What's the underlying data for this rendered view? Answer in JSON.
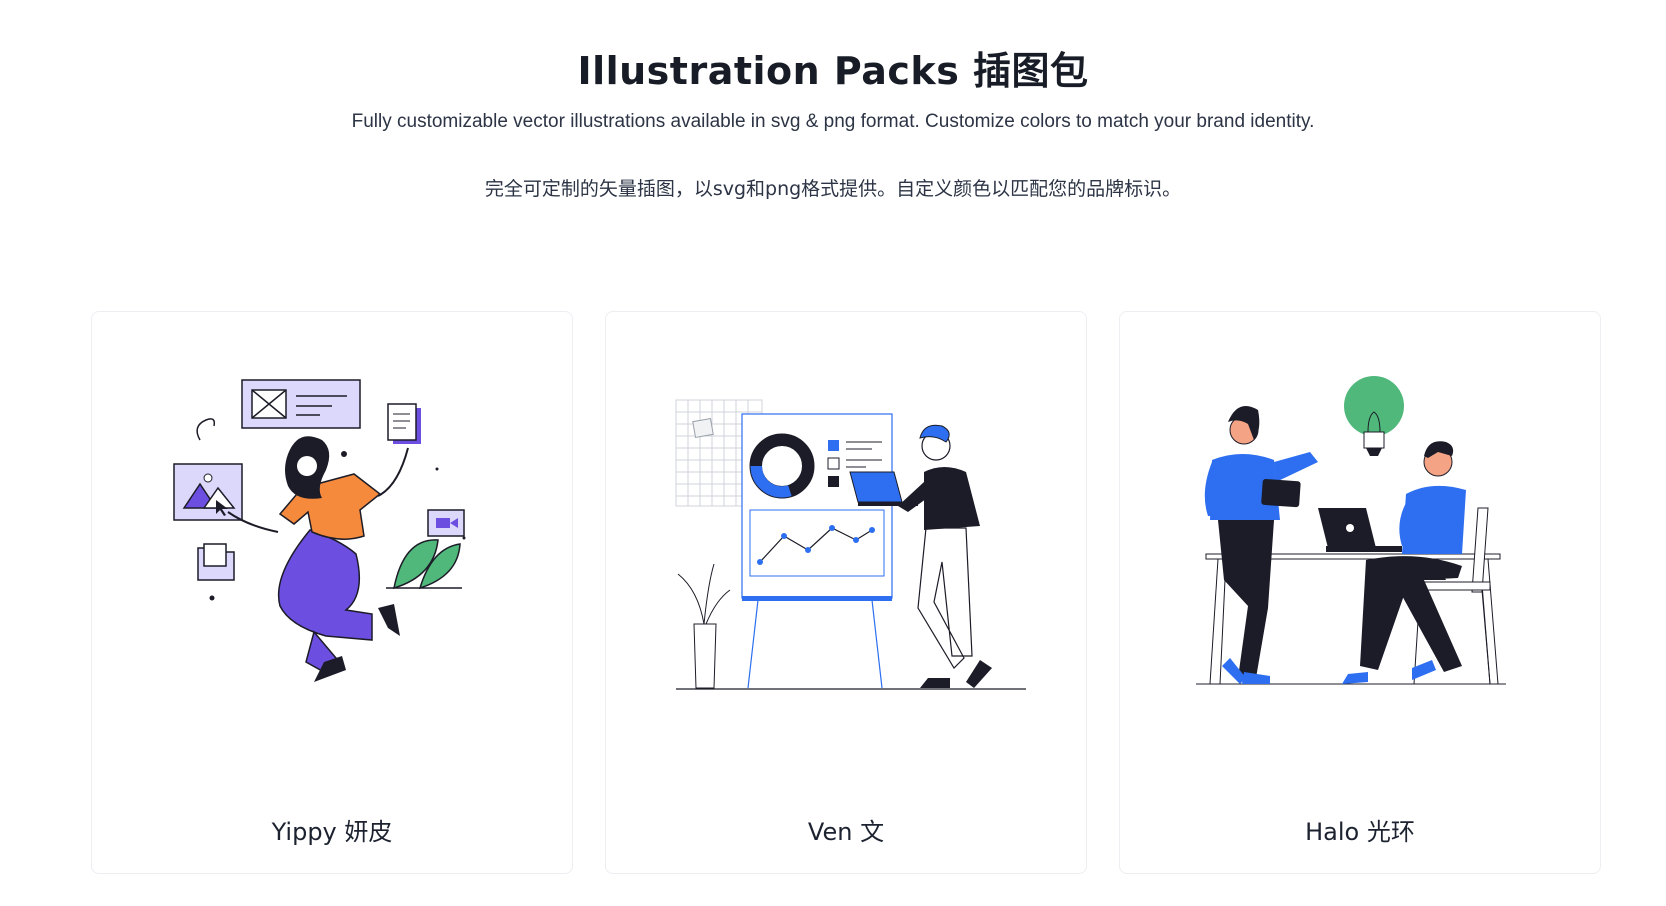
{
  "header": {
    "title": "Illustration Packs 插图包",
    "description_en": "Fully customizable vector illustrations available in svg & png format. Customize colors to match your brand identity.",
    "description_zh": "完全可定制的矢量插图，以svg和png格式提供。自定义颜色以匹配您的品牌标识。"
  },
  "packs": [
    {
      "label": "Yippy 妍皮",
      "accent": "#6c4fe0",
      "illustration": "woman-floating-with-ui-cards"
    },
    {
      "label": "Ven 文",
      "accent": "#2d6ff0",
      "illustration": "man-presenting-dashboard-board"
    },
    {
      "label": "Halo 光环",
      "accent": "#2d6ff0",
      "illustration": "two-people-with-lightbulb-idea"
    }
  ],
  "colors": {
    "purple": "#6c4fe0",
    "orange": "#f58a3c",
    "green": "#4fb87a",
    "blue": "#2d6ff0",
    "light_purple": "#dcd8fb"
  }
}
